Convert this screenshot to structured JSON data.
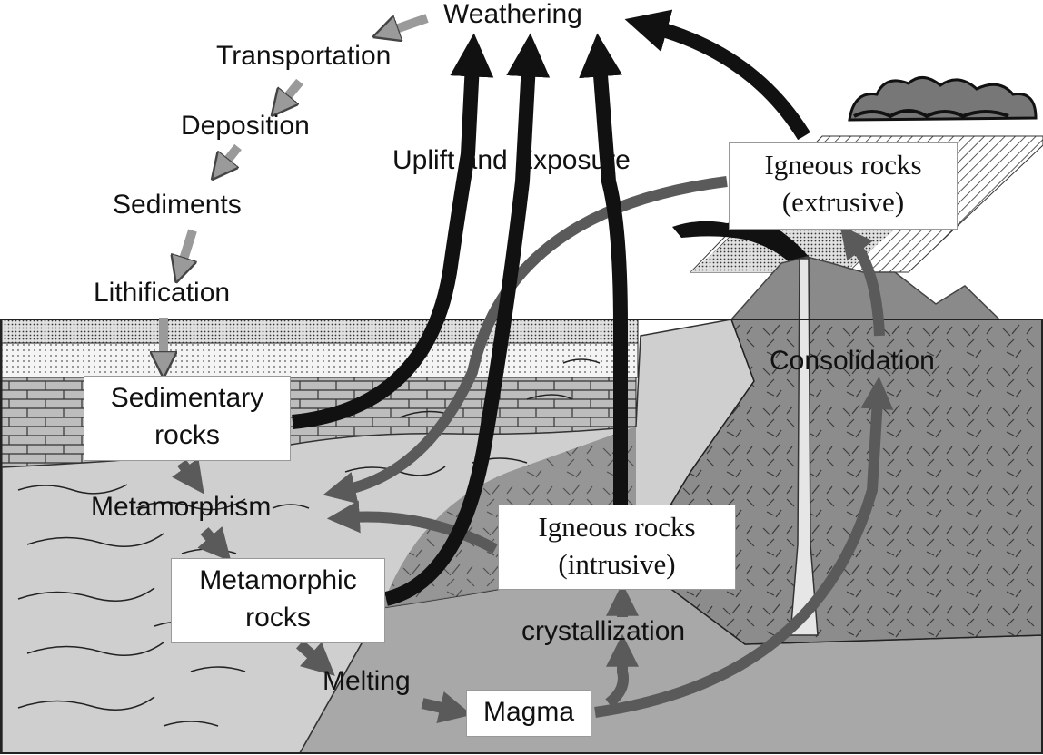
{
  "labels": {
    "weathering": "Weathering",
    "transportation": "Transportation",
    "deposition": "Deposition",
    "sediments": "Sediments",
    "lithification": "Lithification",
    "uplift": "Uplift and Exposure",
    "metamorphism": "Metamorphism",
    "melting": "Melting",
    "magma": "Magma",
    "crystallization": "crystallization",
    "consolidation": "Consolidation"
  },
  "boxes": {
    "sedimentary": [
      "Sedimentary",
      "rocks"
    ],
    "metamorphic": [
      "Metamorphic",
      "rocks"
    ],
    "igneous_intrusive": [
      "Igneous rocks",
      "(intrusive)"
    ],
    "igneous_extrusive": [
      "Igneous rocks",
      "(extrusive)"
    ]
  },
  "colors": {
    "dark_arrow": "#111111",
    "mid_arrow": "#5a5a5a",
    "light_arrow": "#9a9a9a",
    "metamorphic_layer": "#cfcfcf",
    "igneous_body": "#8c8c8c",
    "deep_crust": "#a8a8a8"
  }
}
